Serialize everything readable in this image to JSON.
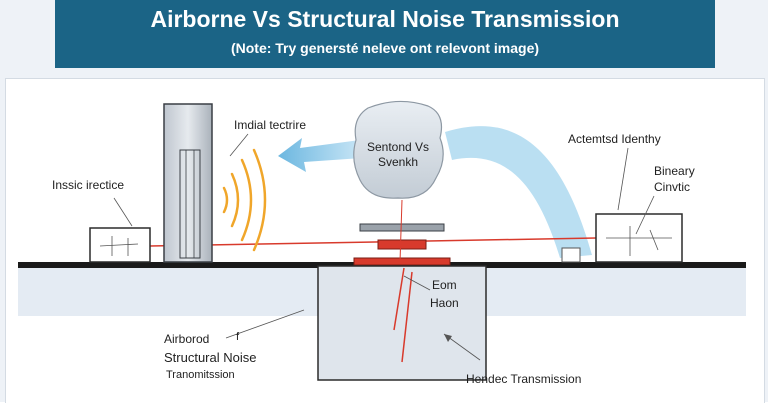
{
  "title": "Airborne Vs Structural Noise Transmission",
  "subtitle": "(Note: Try genersté neleve ont relevont image)",
  "labels": {
    "tactile": "Imdial tectrire",
    "basic": "Inssic irectice",
    "cloud_line1": "Sentond Vs",
    "cloud_line2": "Svenkh",
    "accented": "Actemtsd Identhy",
    "binary_line1": "Bineary",
    "binary_line2": "Cinvtic",
    "room_line1": "Eom",
    "room_line2": "Haon",
    "airborne_line1": "Airborod",
    "airborne_mark": "f",
    "airborne_line2": "Structural Noise",
    "airborne_line3": "Tranomitssion",
    "hendec": "Hendec Transmission"
  },
  "colors": {
    "banner": "#1b6486",
    "sound_wave": "#f0a62a",
    "airflow_arrow": "#a9d6ee",
    "vibration_path": "#d83a2c",
    "floor_slab": "#1a1a1a"
  }
}
